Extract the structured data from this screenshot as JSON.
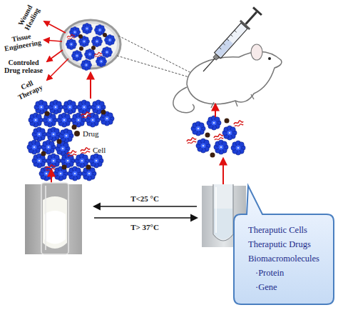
{
  "diagram": {
    "nodes": [
      {
        "text": [
          "Theraputic Cells",
          "Theraputic Drugs",
          "Biomacromolecules",
          "·Protein",
          "·Gene"
        ]
      }
    ],
    "labels": [
      "Wound Healing",
      "Tissue Engineering",
      "Controled Drug release",
      "Cell Therapy",
      "T<25 °C",
      "T> 37°C"
    ],
    "legend": [
      {
        "text": "Drug",
        "color": "#3b1f0f"
      },
      {
        "text": "Cell"
      }
    ]
  }
}
